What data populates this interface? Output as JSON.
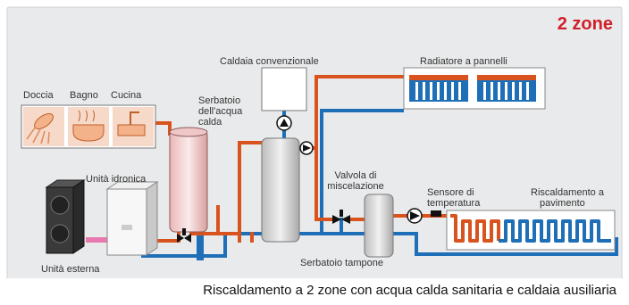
{
  "title": "2 zone",
  "caption": "Riscaldamento a 2 zone con acqua calda sanitaria e caldaia ausiliaria",
  "fixtures": {
    "shower": "Doccia",
    "bath": "Bagno",
    "kitchen": "Cucina"
  },
  "components": {
    "boiler": "Caldaia convenzionale",
    "radiator": "Radiatore a pannelli",
    "dhw_tank_line1": "Serbatoio",
    "dhw_tank_line2": "dell'acqua",
    "dhw_tank_line3": "calda",
    "hydro_unit": "Unità idronica",
    "outdoor_unit": "Unità esterna",
    "mixing_valve_line1": "Valvola di",
    "mixing_valve_line2": "miscelazione",
    "buffer_tank": "Serbatoio tampone",
    "temp_sensor_line1": "Sensore di",
    "temp_sensor_line2": "temperatura",
    "floor_heating_line1": "Riscaldamento a",
    "floor_heating_line2": "pavimento"
  },
  "colors": {
    "hot_pipe": "#d9531e",
    "cold_pipe": "#1f6fb8",
    "panel_background": "#e9eaeb",
    "title_accent": "#d0202a",
    "outdoor_link": "#e87ab0"
  }
}
